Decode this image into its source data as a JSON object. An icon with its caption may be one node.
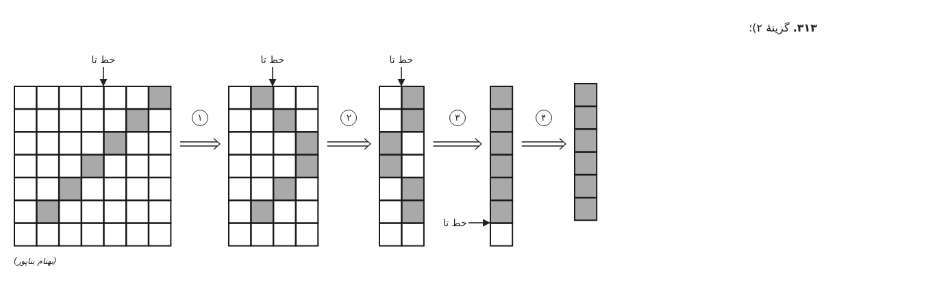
{
  "diagram": {
    "title": "**۳۱۳.** گزینهٔ ۲)؛",
    "caption": "(بهنام بناپور)",
    "nodes": [
      {
        "text": [],
        "shape": "grid"
      },
      {
        "text": [],
        "shape": "grid"
      },
      {
        "text": [],
        "shape": "grid"
      },
      {
        "text": [],
        "shape": "grid"
      },
      {
        "text": [],
        "shape": "grid"
      },
      {
        "text": [
          "خط تا"
        ]
      },
      {
        "text": [
          "خط تا"
        ]
      },
      {
        "text": [
          "خط تا"
        ]
      },
      {
        "text": [
          "خط تا"
        ]
      }
    ],
    "edges": [
      {
        "from": 0,
        "to": 1,
        "arrow": "to",
        "label": "۱"
      },
      {
        "from": 1,
        "to": 2,
        "arrow": "to",
        "label": "۲"
      },
      {
        "from": 2,
        "to": 3,
        "arrow": "to",
        "label": "۳"
      },
      {
        "from": 3,
        "to": 4,
        "arrow": "to",
        "label": "۴"
      },
      {
        "from": 5,
        "to": 0,
        "arrow": "to"
      },
      {
        "from": 6,
        "to": 1,
        "arrow": "to"
      },
      {
        "from": 7,
        "to": 2,
        "arrow": "to"
      },
      {
        "from": 8,
        "to": 3,
        "arrow": "to"
      }
    ]
  }
}
